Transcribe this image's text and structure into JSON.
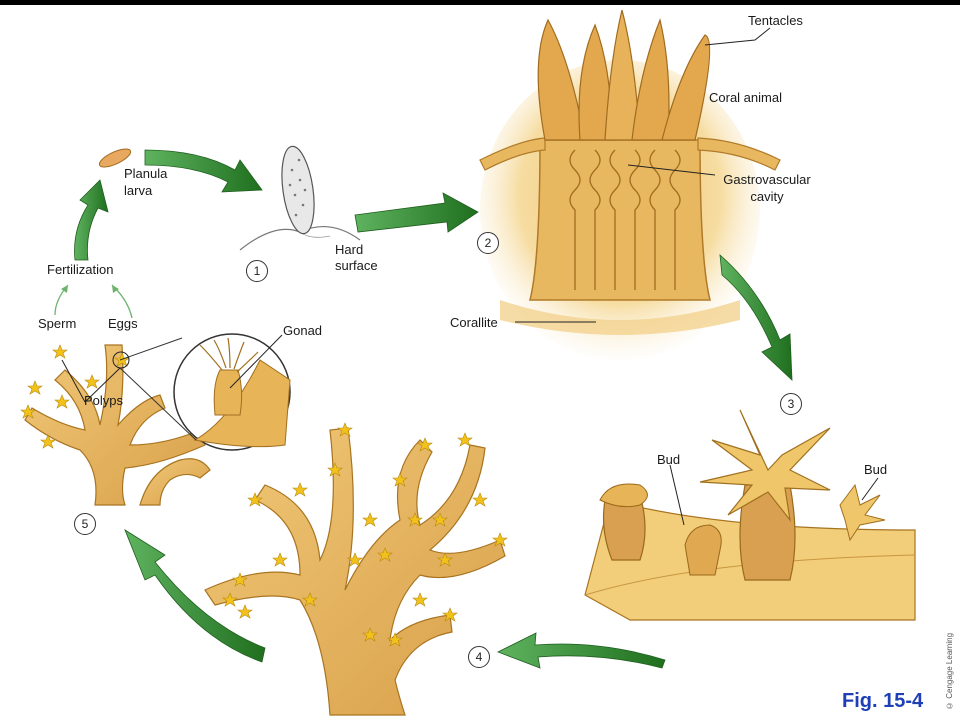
{
  "labels": {
    "tentacles": "Tentacles",
    "coral_animal": "Coral animal",
    "gastrovascular": "Gastrovascular",
    "cavity": "cavity",
    "planula": "Planula",
    "larva": "larva",
    "hard": "Hard",
    "surface": "surface",
    "corallite": "Corallite",
    "fertilization": "Fertilization",
    "sperm": "Sperm",
    "eggs": "Eggs",
    "gonad": "Gonad",
    "polyps": "Polyps",
    "bud_left": "Bud",
    "bud_right": "Bud"
  },
  "steps": [
    "1",
    "2",
    "3",
    "4",
    "5"
  ],
  "figure_label": "Fig. 15-4",
  "copyright": "© Cengage Learning",
  "colors": {
    "coral": "#e3b25a",
    "coral_light": "#f6dca0",
    "coral_dark": "#a8741f",
    "arrow_green": "#2f8a2f",
    "polyp_yellow": "#f2c21a",
    "figure_blue": "#1f3fb6"
  }
}
